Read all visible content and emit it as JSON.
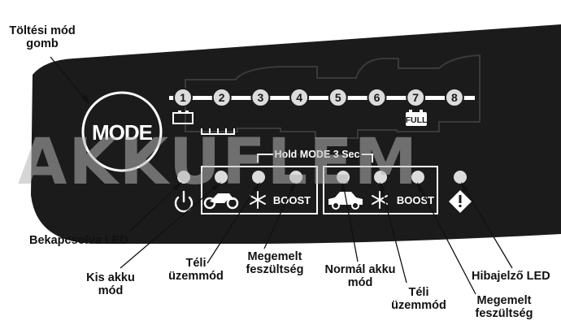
{
  "device": {
    "mode_button_label": "MODE",
    "hold_label": "Hold MODE 3 Sec",
    "steps": [
      "1",
      "2",
      "3",
      "4",
      "5",
      "6",
      "7",
      "8"
    ],
    "full_label": "FULL",
    "boost_label": "BOOST"
  },
  "watermark": "AKKUFLEM",
  "callouts": {
    "mode_button": "Töltési mód\ngomb",
    "power_led": "Bekapcsolva LED",
    "small_battery": "Kis akku\nmód",
    "winter_1": "Téli\nüzemmód",
    "boost_1": "Megemelt\nfeszültség",
    "normal_battery": "Normál akku\nmód",
    "winter_2": "Téli\nüzemmód",
    "boost_2": "Megemelt\nfeszültség",
    "error_led": "Hibajelző LED"
  },
  "colors": {
    "panel": "#1a1a1a",
    "led_off": "#d9d9d9",
    "bar": "#ffffff",
    "label": "#111111"
  }
}
